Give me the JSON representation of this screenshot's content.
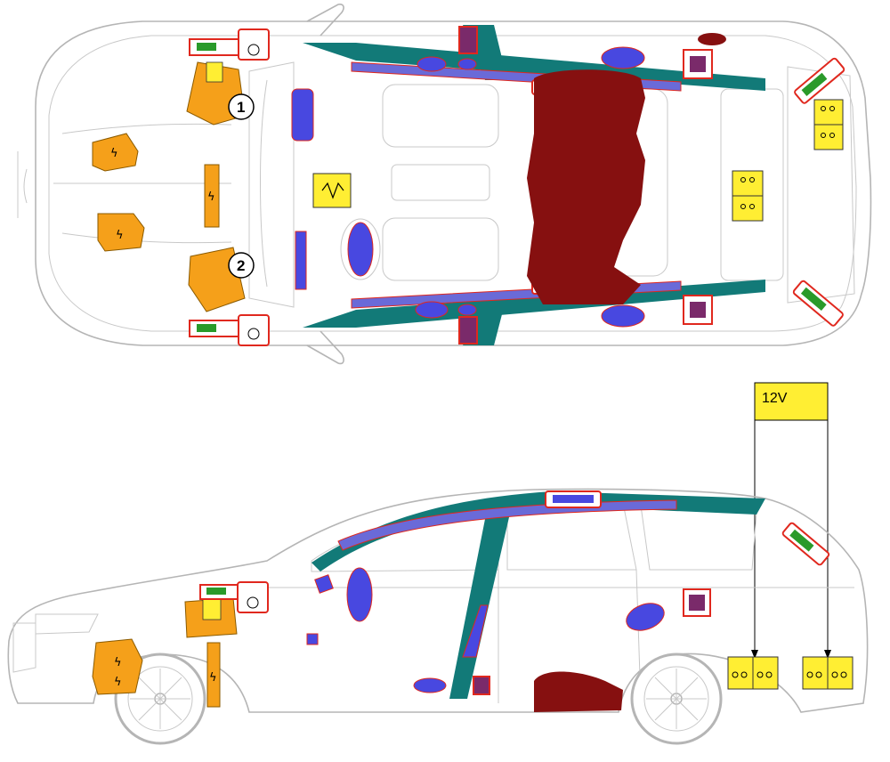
{
  "diagram": {
    "voltage_label": "12V",
    "callouts": [
      "1",
      "2"
    ],
    "colors": {
      "car_outline": "#b5b5b5",
      "pillar_reinforcement": "#127a78",
      "curtain_airbag": "#6a6ad8",
      "airbag": "#4848e0",
      "gas_generator_outline": "#e0281e",
      "seat_airbag_unit": "#861010",
      "high_voltage_component": "#f5a01a",
      "battery_12v": "#ffee33",
      "pretensioner": "#2a9a2a",
      "control_unit": "#7a2a6a"
    },
    "icons": [
      "high-voltage-bolt-icon",
      "battery-icon",
      "sensor-icon",
      "disconnect-switch-icon",
      "pretensioner-icon",
      "airbag-icon"
    ]
  }
}
